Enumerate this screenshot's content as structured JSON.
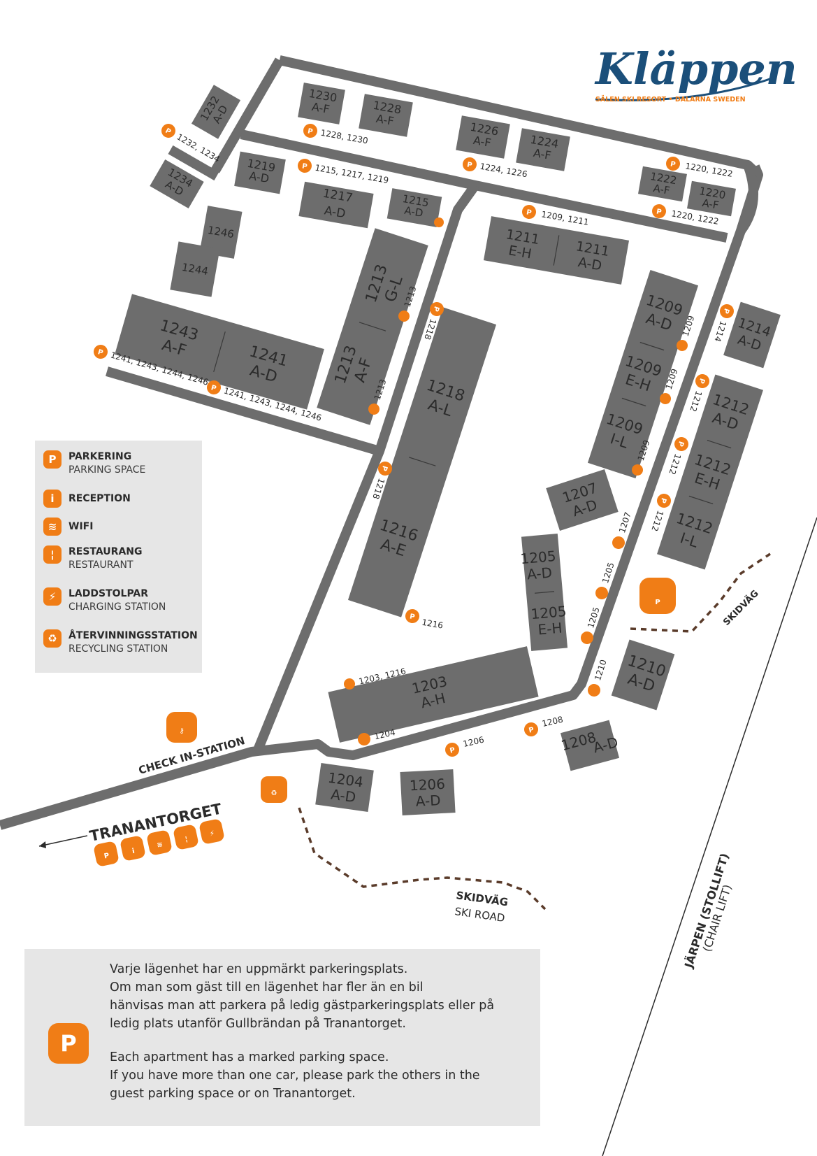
{
  "brand": {
    "name": "Kläppen",
    "subtitle": "SÄLEN      SKI RESORT • DALARNA SWEDEN"
  },
  "buildings": [
    {
      "id": "b1230",
      "lines": [
        "1230",
        "A-F"
      ]
    },
    {
      "id": "b1228",
      "lines": [
        "1228",
        "A-F"
      ]
    },
    {
      "id": "b1226",
      "lines": [
        "1226",
        "A-F"
      ]
    },
    {
      "id": "b1224",
      "lines": [
        "1224",
        "A-F"
      ]
    },
    {
      "id": "b1232",
      "lines": [
        "1232",
        "A-D"
      ]
    },
    {
      "id": "b1234",
      "lines": [
        "1234",
        "A-D"
      ]
    },
    {
      "id": "b1219",
      "lines": [
        "1219",
        "A-D"
      ]
    },
    {
      "id": "b1217",
      "lines": [
        "1217",
        "A-D"
      ]
    },
    {
      "id": "b1215",
      "lines": [
        "1215",
        "A-D"
      ]
    },
    {
      "id": "b1222",
      "lines": [
        "1222",
        "A-F"
      ]
    },
    {
      "id": "b1220",
      "lines": [
        "1220",
        "A-F"
      ]
    },
    {
      "id": "b1246",
      "lines": [
        "1246"
      ]
    },
    {
      "id": "b1244",
      "lines": [
        "1244"
      ]
    },
    {
      "id": "b1211eh",
      "lines": [
        "1211",
        "E-H"
      ]
    },
    {
      "id": "b1211ad",
      "lines": [
        "1211",
        "A-D"
      ]
    },
    {
      "id": "b1213gl",
      "lines": [
        "1213",
        "G-L"
      ]
    },
    {
      "id": "b1213af",
      "lines": [
        "1213",
        "A-F"
      ]
    },
    {
      "id": "b1243",
      "lines": [
        "1243",
        "A-F"
      ]
    },
    {
      "id": "b1241",
      "lines": [
        "1241",
        "A-D"
      ]
    },
    {
      "id": "b1218",
      "lines": [
        "1218",
        "A-L"
      ]
    },
    {
      "id": "b1216",
      "lines": [
        "1216",
        "A-E"
      ]
    },
    {
      "id": "b1209ad",
      "lines": [
        "1209",
        "A-D"
      ]
    },
    {
      "id": "b1209eh",
      "lines": [
        "1209",
        "E-H"
      ]
    },
    {
      "id": "b1209il",
      "lines": [
        "1209",
        "I-L"
      ]
    },
    {
      "id": "b1214",
      "lines": [
        "1214",
        "A-D"
      ]
    },
    {
      "id": "b1212ad",
      "lines": [
        "1212",
        "A-D"
      ]
    },
    {
      "id": "b1212eh",
      "lines": [
        "1212",
        "E-H"
      ]
    },
    {
      "id": "b1212il",
      "lines": [
        "1212",
        "I-L"
      ]
    },
    {
      "id": "b1207",
      "lines": [
        "1207",
        "A-D"
      ]
    },
    {
      "id": "b1205ad",
      "lines": [
        "1205",
        "A-D"
      ]
    },
    {
      "id": "b1205eh",
      "lines": [
        "1205",
        "E-H"
      ]
    },
    {
      "id": "b1203",
      "lines": [
        "1203",
        "A-H"
      ]
    },
    {
      "id": "b1210",
      "lines": [
        "1210",
        "A-D"
      ]
    },
    {
      "id": "b1208",
      "lines": [
        "1208",
        "A-D"
      ]
    },
    {
      "id": "b1204",
      "lines": [
        "1204",
        "A-D"
      ]
    },
    {
      "id": "b1206",
      "lines": [
        "1206",
        "A-D"
      ]
    }
  ],
  "parking_labels": [
    "1232, 1234",
    "1228, 1230",
    "1224, 1226",
    "1220, 1222",
    "1215, 1217, 1219",
    "1209, 1211",
    "1220, 1222",
    "1213",
    "1218",
    "1209",
    "1214",
    "1241, 1243, 1244, 1246",
    "1241, 1243, 1244, 1246",
    "1213",
    "1209",
    "1212",
    "1218",
    "1209",
    "1212",
    "1207",
    "1212",
    "1205",
    "1216",
    "1205",
    "1210",
    "1203, 1216",
    "1208",
    "1204",
    "1206"
  ],
  "parking_badge": "P",
  "big_parking_badge": "P",
  "legend": [
    {
      "icon": "parking-icon",
      "glyph": "P",
      "title": "PARKERING",
      "sub": "PARKING SPACE"
    },
    {
      "icon": "info-icon",
      "glyph": "i",
      "title": "RECEPTION",
      "sub": ""
    },
    {
      "icon": "wifi-icon",
      "glyph": "≋",
      "title": "WIFI",
      "sub": ""
    },
    {
      "icon": "restaurant-icon",
      "glyph": "¦",
      "title": "RESTAURANG",
      "sub": "RESTAURANT"
    },
    {
      "icon": "charging-icon",
      "glyph": "⚡",
      "title": "LADDSTOLPAR",
      "sub": "CHARGING STATION"
    },
    {
      "icon": "recycle-icon",
      "glyph": "♻",
      "title": "ÅTERVINNINGSSTATION",
      "sub": "RECYCLING STATION"
    }
  ],
  "places": {
    "checkin": "CHECK IN-STATION",
    "tranantorget": "TRANANTORGET",
    "skidvag_right": "SKIDVÄG",
    "skidvag_bottom": "SKIDVÄG",
    "ski_road": "SKI ROAD",
    "jarpen": "JÄRPEN (STOLLIFT)",
    "chair_lift": "(CHAIR LIFT)"
  },
  "tranantorget_icons": [
    {
      "icon": "parking-icon",
      "glyph": "P"
    },
    {
      "icon": "info-icon",
      "glyph": "i"
    },
    {
      "icon": "wifi-icon",
      "glyph": "≋"
    },
    {
      "icon": "restaurant-icon",
      "glyph": "¦"
    },
    {
      "icon": "charging-icon",
      "glyph": "⚡"
    }
  ],
  "checkin_icon_glyph": "⚷",
  "recycle_icon_glyph": "♻",
  "info": {
    "badge": "P",
    "swedish": "Varje lägenhet har en uppmärkt parkeringsplats.\nOm man som gäst till en lägenhet har fler än en bil\nhänvisas man att parkera på ledig gästparkeringsplats eller på\nledig plats utanför Gullbrändan på Tranantorget.",
    "english": "Each apartment has a marked parking space.\nIf you have more than one car, please park the others in the\nguest parking space or on Tranantorget."
  },
  "colors": {
    "accent": "#f07d16",
    "building": "#6d6d6d",
    "brand": "#1b4f7a",
    "trail": "#5a3b2a"
  }
}
